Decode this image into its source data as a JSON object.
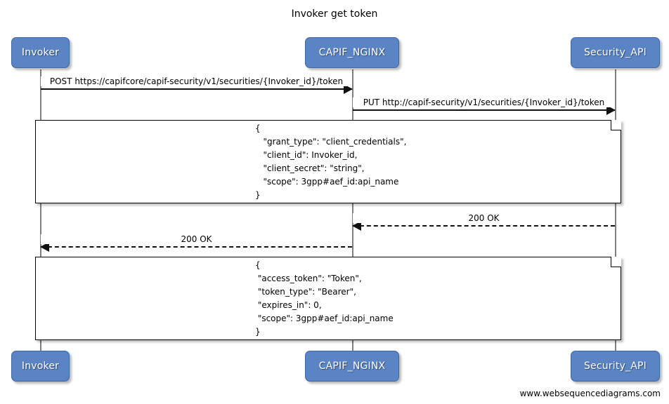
{
  "diagram": {
    "title": "Invoker get token",
    "footer": "www.websequencediagrams.com",
    "accent_color": "#5b84c4",
    "line_color": "#111111",
    "lifeline_color": "#808080"
  },
  "participants": [
    {
      "id": "invoker",
      "label": "Invoker"
    },
    {
      "id": "capif_nginx",
      "label": "CAPIF_NGINX"
    },
    {
      "id": "security_api",
      "label": "Security_API"
    }
  ],
  "messages": [
    {
      "id": "msg1",
      "label": "POST https://capifcore/capif-security/v1/securities/{Invoker_id}/token",
      "from": "invoker",
      "to": "capif_nginx",
      "style": "solid",
      "direction": "right"
    },
    {
      "id": "msg2",
      "label": "PUT http://capif-security/v1/securities/{Invoker_id}/token",
      "from": "capif_nginx",
      "to": "security_api",
      "style": "solid",
      "direction": "right"
    },
    {
      "id": "msg3",
      "label": "200 OK",
      "from": "security_api",
      "to": "capif_nginx",
      "style": "dashed",
      "direction": "left"
    },
    {
      "id": "msg4",
      "label": "200 OK",
      "from": "capif_nginx",
      "to": "invoker",
      "style": "dashed",
      "direction": "left"
    }
  ],
  "notes": [
    {
      "id": "note_request",
      "lines": [
        "{",
        "   \"grant_type\": \"client_credentials\",",
        "   \"client_id\": Invoker_id,",
        "   \"client_secret\": \"string\",",
        "   \"scope\": 3gpp#aef_id:api_name",
        "}"
      ]
    },
    {
      "id": "note_response",
      "lines": [
        "{",
        " \"access_token\": \"Token\",",
        " \"token_type\": \"Bearer\",",
        " \"expires_in\": 0,",
        " \"scope\": 3gpp#aef_id:api_name",
        "}"
      ]
    }
  ]
}
